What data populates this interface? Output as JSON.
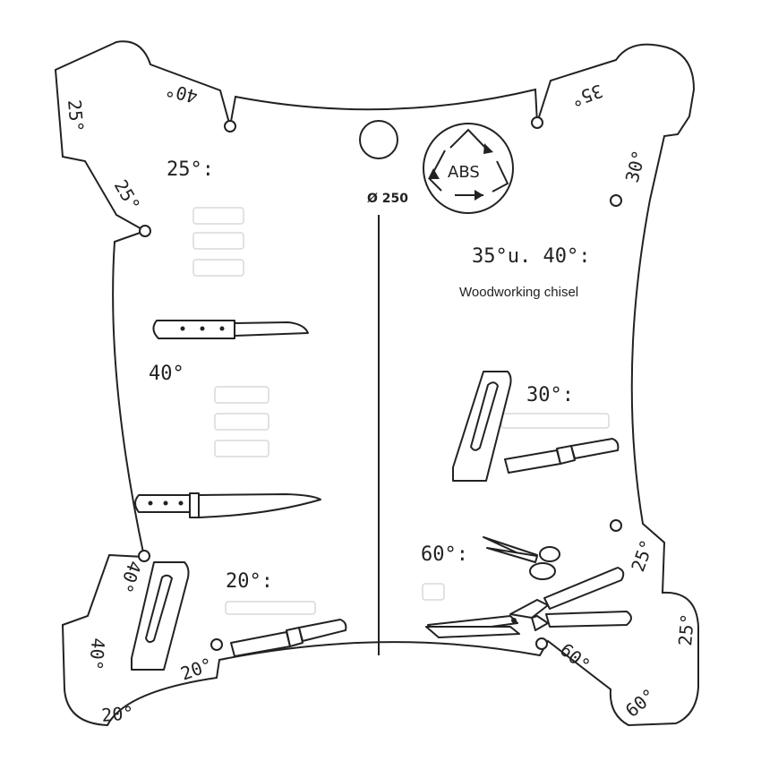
{
  "template": {
    "diameter_label": "Ø 250",
    "recycle_code": "ABS",
    "annotation": "Woodworking chisel",
    "sections": {
      "knives_25": "25°:",
      "knives_40": "40°",
      "chisel_20": "20°:",
      "combo_35_40": "35°u. 40°:",
      "plane_30": "30°:",
      "scissors_60": "60°:"
    },
    "edge_angles": {
      "top_left_a": "25°",
      "top_left_b": "40°",
      "left_upper": "25°",
      "left_lower": "40°",
      "bottom_left_a": "40°",
      "bottom_left_b": "20°",
      "bottom_left_c": "20°",
      "top_right_a": "35°",
      "right_upper": "30°",
      "right_lower": "25°",
      "bottom_right_a": "25°",
      "bottom_right_b": "60°",
      "bottom_right_c": "60°"
    }
  }
}
